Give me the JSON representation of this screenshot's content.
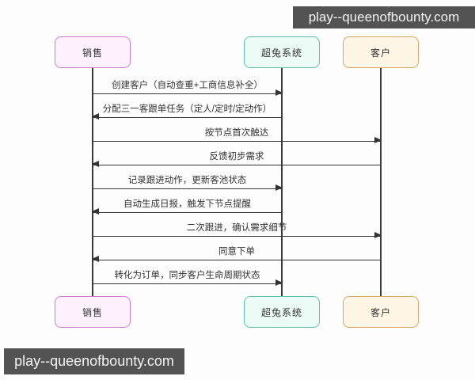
{
  "watermark_top": {
    "text": "play--queenofbounty.com"
  },
  "watermark_bottom": {
    "text": "play--queenofbounty.com"
  },
  "diagram": {
    "type": "sequence-diagram",
    "colors": {
      "sales_border": "#c87fd0",
      "sales_fill": "#fbf0fc",
      "system_border": "#5fbfae",
      "system_fill": "#ebfaf4",
      "customer_border": "#dba55f",
      "customer_fill": "#fdf5e5",
      "line": "#333333",
      "watermark_bg": "#535353"
    },
    "actors": [
      {
        "id": "sales",
        "label": "销售"
      },
      {
        "id": "system",
        "label": "超兔系统"
      },
      {
        "id": "customer",
        "label": "客户"
      }
    ],
    "messages": [
      {
        "from": "销售",
        "to": "超兔系统",
        "direction": "right",
        "label": "创建客户（自动查重+工商信息补全）"
      },
      {
        "from": "超兔系统",
        "to": "销售",
        "direction": "left",
        "label": "分配三一客跟单任务（定人/定时/定动作）"
      },
      {
        "from": "销售",
        "to": "客户",
        "direction": "right",
        "label": "按节点首次触达"
      },
      {
        "from": "客户",
        "to": "销售",
        "direction": "left",
        "label": "反馈初步需求"
      },
      {
        "from": "销售",
        "to": "超兔系统",
        "direction": "right",
        "label": "记录跟进动作，更新客池状态"
      },
      {
        "from": "超兔系统",
        "to": "销售",
        "direction": "left",
        "label": "自动生成日报，触发下节点提醒"
      },
      {
        "from": "销售",
        "to": "客户",
        "direction": "right",
        "label": "二次跟进，确认需求细节"
      },
      {
        "from": "客户",
        "to": "销售",
        "direction": "left",
        "label": "同意下单"
      },
      {
        "from": "销售",
        "to": "超兔系统",
        "direction": "right",
        "label": "转化为订单，同步客户生命周期状态"
      }
    ]
  }
}
